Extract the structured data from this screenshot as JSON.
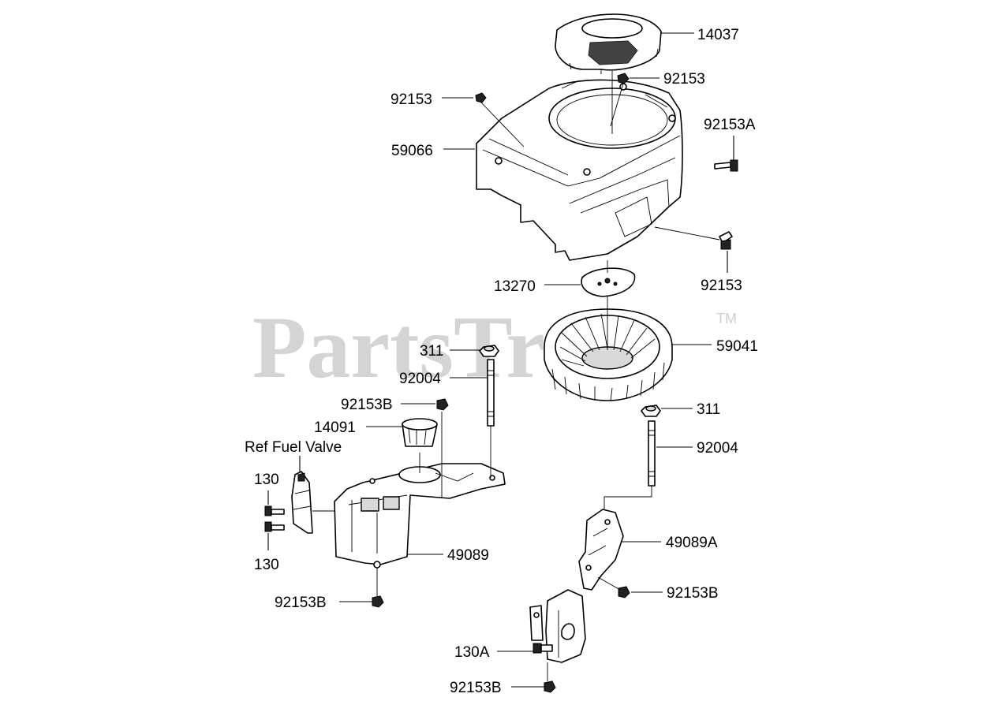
{
  "watermark": {
    "text": "PartsTree",
    "trademark": "TM"
  },
  "callouts": [
    {
      "id": "c-14037",
      "text": "14037"
    },
    {
      "id": "c-92153-a",
      "text": "92153"
    },
    {
      "id": "c-92153-b",
      "text": "92153"
    },
    {
      "id": "c-92153A",
      "text": "92153A"
    },
    {
      "id": "c-59066",
      "text": "59066"
    },
    {
      "id": "c-92153-c",
      "text": "92153"
    },
    {
      "id": "c-13270",
      "text": "13270"
    },
    {
      "id": "c-59041",
      "text": "59041"
    },
    {
      "id": "c-311-a",
      "text": "311"
    },
    {
      "id": "c-92004-a",
      "text": "92004"
    },
    {
      "id": "c-92153B-a",
      "text": "92153B"
    },
    {
      "id": "c-14091",
      "text": "14091"
    },
    {
      "id": "c-311-b",
      "text": "311"
    },
    {
      "id": "c-ref-fuel-valve",
      "text": "Ref Fuel Valve"
    },
    {
      "id": "c-92004-b",
      "text": "92004"
    },
    {
      "id": "c-130-a",
      "text": "130"
    },
    {
      "id": "c-49089A",
      "text": "49089A"
    },
    {
      "id": "c-49089",
      "text": "49089"
    },
    {
      "id": "c-130-b",
      "text": "130"
    },
    {
      "id": "c-92153B-b",
      "text": "92153B"
    },
    {
      "id": "c-92153B-c",
      "text": "92153B"
    },
    {
      "id": "c-130A",
      "text": "130A"
    },
    {
      "id": "c-92153B-d",
      "text": "92153B"
    }
  ]
}
